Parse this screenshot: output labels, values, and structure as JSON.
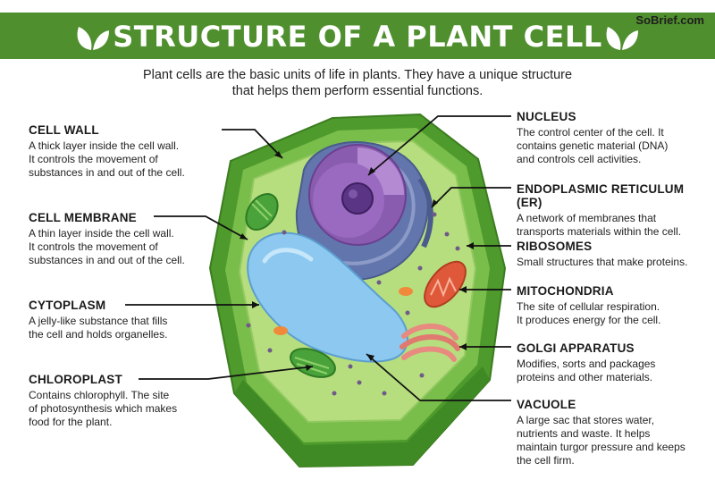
{
  "title": "STRUCTURE OF A PLANT CELL",
  "watermark": "SoBrief.com",
  "intro": [
    "Plant cells are the basic units of life in plants. They have a unique structure",
    "that helps them perform essential functions."
  ],
  "labels": {
    "cell_wall": {
      "heading": "CELL WALL",
      "desc": [
        "A thick layer inside the cell wall.",
        "It controls the movement of",
        "substances in and out of the cell."
      ]
    },
    "cell_membrane": {
      "heading": "CELL MEMBRANE",
      "desc": [
        "A thin layer inside the cell wall.",
        "It controls the movement of",
        "substances in and out of the cell."
      ]
    },
    "cytoplasm": {
      "heading": "CYTOPLASM",
      "desc": [
        "A jelly-like substance that fills",
        "the cell and holds organelles."
      ]
    },
    "chloroplast": {
      "heading": "CHLOROPLAST",
      "desc": [
        "Contains chlorophyll. The site",
        "of photosynthesis which makes",
        "food for the plant."
      ]
    },
    "nucleus": {
      "heading": "NUCLEUS",
      "desc": [
        "The control center of the cell. It",
        "contains genetic material (DNA)",
        "and controls cell activities."
      ]
    },
    "er": {
      "heading": "ENDOPLASMIC RETICULUM (ER)",
      "desc": [
        "A network of membranes that",
        "transports materials within the cell."
      ]
    },
    "ribosomes": {
      "heading": "RIBOSOMES",
      "desc": [
        "Small structures that make proteins."
      ]
    },
    "mitochondria": {
      "heading": "MITOCHONDRIA",
      "desc": [
        "The site of cellular respiration.",
        "It produces energy for the cell."
      ]
    },
    "golgi": {
      "heading": "GOLGI APPARATUS",
      "desc": [
        "Modifies, sorts and packages",
        "proteins and other materials."
      ]
    },
    "vacuole": {
      "heading": "VACUOLE",
      "desc": [
        "A large sac that stores water,",
        "nutrients and waste. It helps",
        "maintain turgor pressure and keeps",
        "the cell firm."
      ]
    }
  },
  "colors": {
    "banner": "#4f8f2e",
    "wall": "#5aa132",
    "cytoplasm": "#b6de7e",
    "vacuole": "#8cc8ef",
    "nucleus": "#8a5cb0",
    "er": "#5d6fa3",
    "mitochondria": "#e0583a",
    "golgi": "#e88a80",
    "chloroplast": "#4aa33a"
  }
}
